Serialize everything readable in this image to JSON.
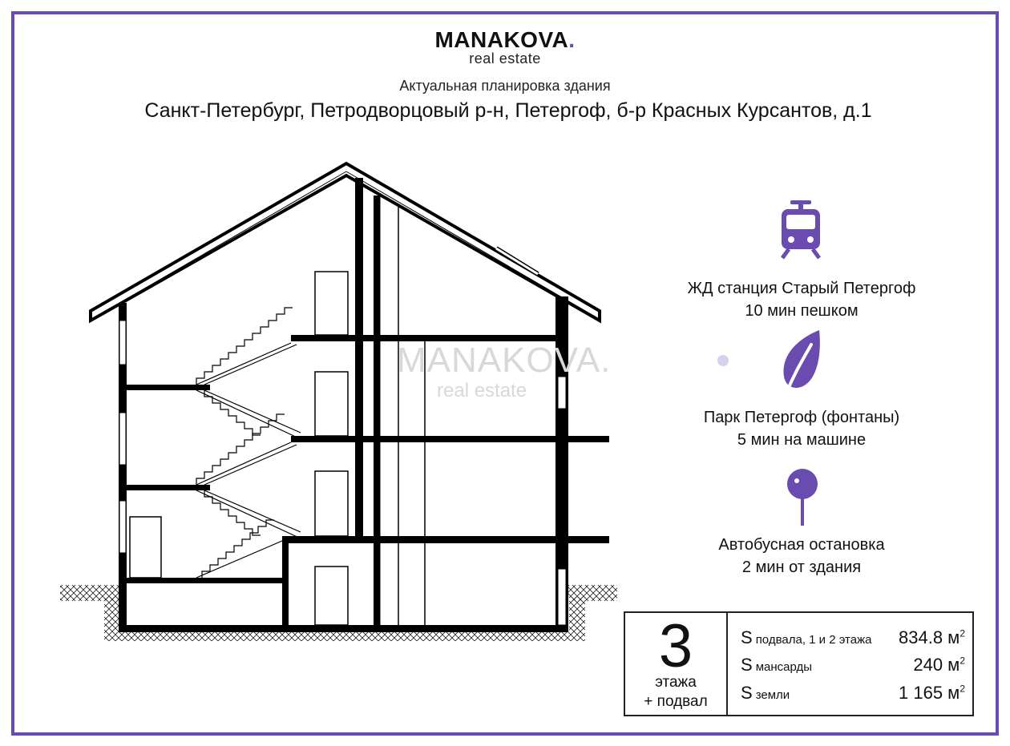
{
  "brand": {
    "name": "MANAKOVA",
    "dot": ".",
    "subtitle": "real estate"
  },
  "header": {
    "subtitle": "Актуальная  планировка здания",
    "address": "Санкт-Петербург, Петродворцовый р-н, Петергоф, б-р Красных Курсантов, д.1"
  },
  "watermark": {
    "name": "MANAKOVA.",
    "sub": "real estate"
  },
  "poi": [
    {
      "icon": "tram-icon",
      "title": "ЖД станция Старый Петергоф",
      "detail": "10 мин пешком"
    },
    {
      "icon": "leaf-icon",
      "title": "Парк Петергоф (фонтаны)",
      "detail": "5 мин на машине"
    },
    {
      "icon": "map-pin-icon",
      "title": "Автобусная остановка",
      "detail": "2 мин от здания"
    }
  ],
  "info": {
    "floors_number": "3",
    "floors_label": "этажа",
    "basement_label": "+ подвал",
    "areas": [
      {
        "s": "S",
        "label": "подвала, 1 и 2 этажа",
        "value": "834.8 м",
        "sup": "2"
      },
      {
        "s": "S",
        "label": "мансарды",
        "value": "240 м",
        "sup": "2"
      },
      {
        "s": "S",
        "label": "земли",
        "value": "1 165 м",
        "sup": "2"
      }
    ]
  },
  "colors": {
    "accent": "#6a4bb0",
    "line": "#000000"
  }
}
